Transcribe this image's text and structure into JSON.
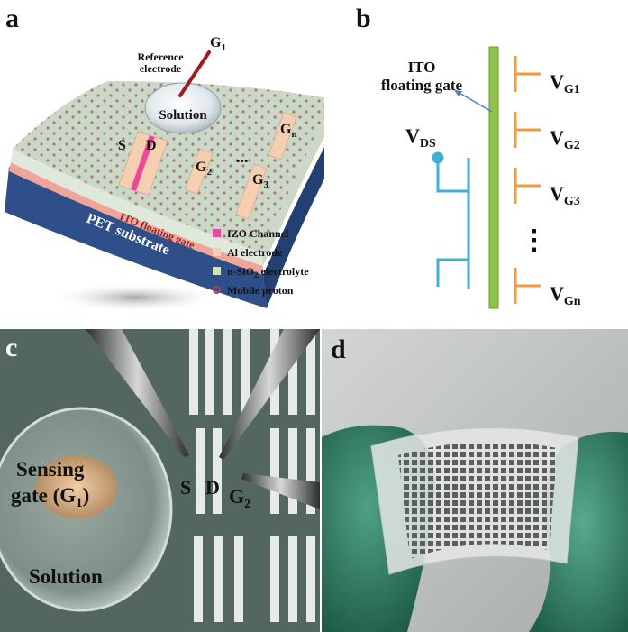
{
  "panels": {
    "a": {
      "letter": "a",
      "reference_electrode": "Reference electrode",
      "reference_line1": "Reference",
      "reference_line2": "electrode",
      "g1_base": "G",
      "g1_sub": "1",
      "solution": "Solution",
      "source": "S",
      "drain": "D",
      "g2_base": "G",
      "g2_sub": "2",
      "g3_base": "G",
      "g3_sub": "3",
      "gn_base": "G",
      "gn_sub": "n",
      "ellipsis": "...",
      "ito_layer": "ITO floating gate",
      "pet_layer": "PET substrate",
      "legend": [
        {
          "label": "IZO Channel",
          "color": "#e8499f"
        },
        {
          "label": "Al electrode",
          "color": "#f5cfb0"
        },
        {
          "label_base": "n-SiO",
          "label_sub": "2",
          "label_rest": " electrolyte",
          "color": "#cfe0c4"
        },
        {
          "label": "Mobile proton",
          "color": "#b04040"
        }
      ]
    },
    "b": {
      "letter": "b",
      "ito_line1": "ITO",
      "ito_line2": "floating gate",
      "vds_base": "V",
      "vds_sub": "DS",
      "gates": [
        {
          "base": "V",
          "sub": "G1"
        },
        {
          "base": "V",
          "sub": "G2"
        },
        {
          "base": "V",
          "sub": "G3"
        },
        {
          "base": "V",
          "sub": "Gn"
        }
      ],
      "vertical_dots": "⋮"
    },
    "c": {
      "letter": "c",
      "sensing_line1": "Sensing",
      "sensing_line2_base": "gate (G",
      "sensing_line2_sub": "1",
      "sensing_line2_end": ")",
      "solution": "Solution",
      "source": "S",
      "drain": "D",
      "g2_base": "G",
      "g2_sub": "2"
    },
    "d": {
      "letter": "d"
    }
  },
  "colors": {
    "izo": "#e8499f",
    "al": "#f5cfb0",
    "electrolyte": "#cfe0c4",
    "proton": "#b04040",
    "ito": "#8fc24a",
    "drain_source_wire": "#3fb0d4",
    "gate_wire": "#f19a40",
    "pet": "#2e4f8a"
  }
}
